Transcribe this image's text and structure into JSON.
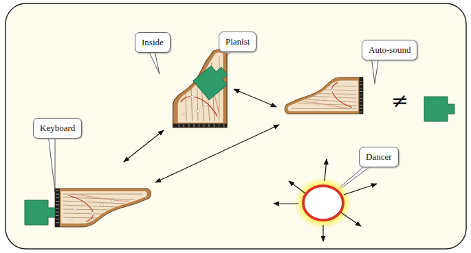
{
  "diagram": {
    "nodes": [
      {
        "text": [
          "Inside"
        ]
      },
      {
        "text": [
          "Pianist"
        ]
      },
      {
        "text": [
          "Auto-sound"
        ]
      },
      {
        "text": [
          "Keyboard"
        ]
      },
      {
        "text": [
          "Dancer"
        ]
      }
    ],
    "labels": [
      "≠"
    ]
  }
}
